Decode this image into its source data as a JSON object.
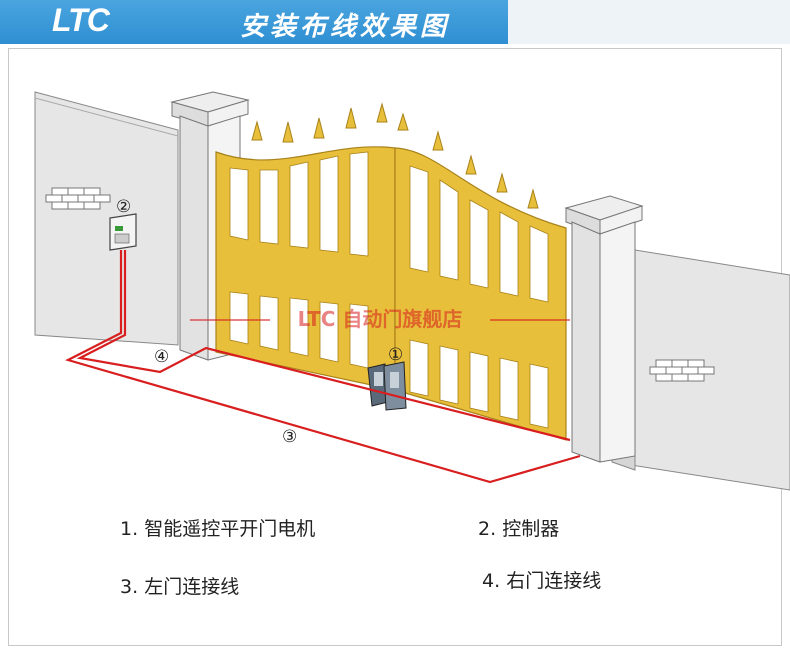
{
  "header": {
    "logo": "LTC",
    "title": "安装布线效果图"
  },
  "watermark": "LTC 自动门旗舰店",
  "markers": {
    "m1": "①",
    "m2": "②",
    "m3": "③",
    "m4": "④"
  },
  "legend": [
    {
      "num": "1.",
      "text": "智能遥控平开门电机"
    },
    {
      "num": "2.",
      "text": "控制器"
    },
    {
      "num": "3.",
      "text": "左门连接线"
    },
    {
      "num": "4.",
      "text": "右门连接线"
    }
  ],
  "colors": {
    "header": "#3a9ad9",
    "gate": "#e8bf3a",
    "wire": "#d81e1e",
    "wall": "#e6e6e6"
  }
}
